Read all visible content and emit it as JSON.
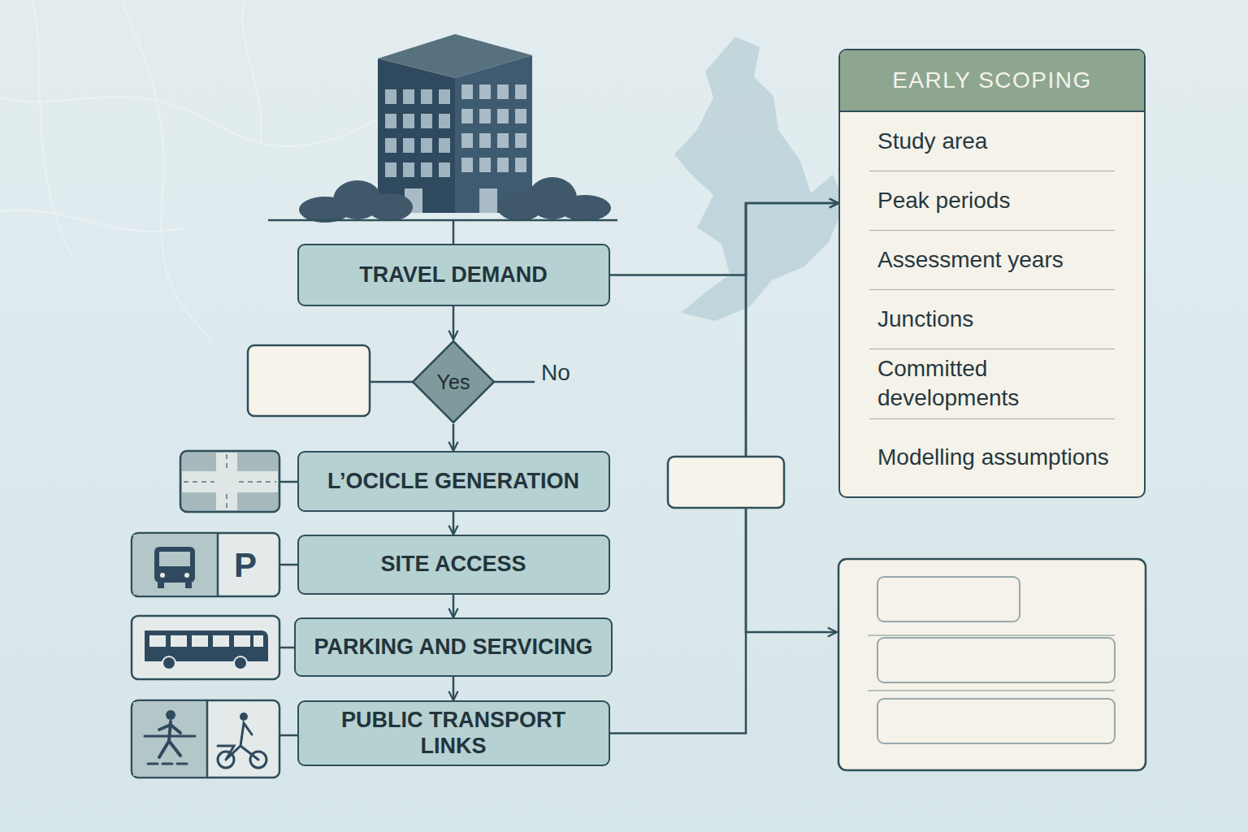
{
  "diagram": {
    "nodes": [
      {
        "text": [
          "TRAVEL DEMAND"
        ]
      },
      {
        "text": [
          "Yes"
        ]
      },
      {
        "text": [
          "L’OCICLE GENERATION"
        ]
      },
      {
        "text": [
          "SITE ACCESS"
        ]
      },
      {
        "text": [
          "PARKING AND SERVICING"
        ]
      },
      {
        "text": [
          "PUBLIC TRANSPORT LINKS"
        ]
      },
      {
        "text": [
          "EARLY SCOPING",
          "Study area",
          "Peak periods",
          "Assessment years",
          "Junctions",
          "Committed developments",
          "Modelling assumptions"
        ]
      }
    ],
    "edges": [
      {
        "from": 0,
        "to": 1,
        "arrow": "to"
      },
      {
        "from": 1,
        "to": 2,
        "arrow": "to"
      },
      {
        "from": 2,
        "to": 3,
        "arrow": "to"
      },
      {
        "from": 3,
        "to": 4,
        "arrow": "to"
      },
      {
        "from": 4,
        "to": 5,
        "arrow": "to"
      },
      {
        "from": 0,
        "to": 6,
        "arrow": "to"
      },
      {
        "from": 5,
        "to": 6,
        "arrow": "to"
      }
    ],
    "labels": [
      "No",
      "P"
    ]
  }
}
